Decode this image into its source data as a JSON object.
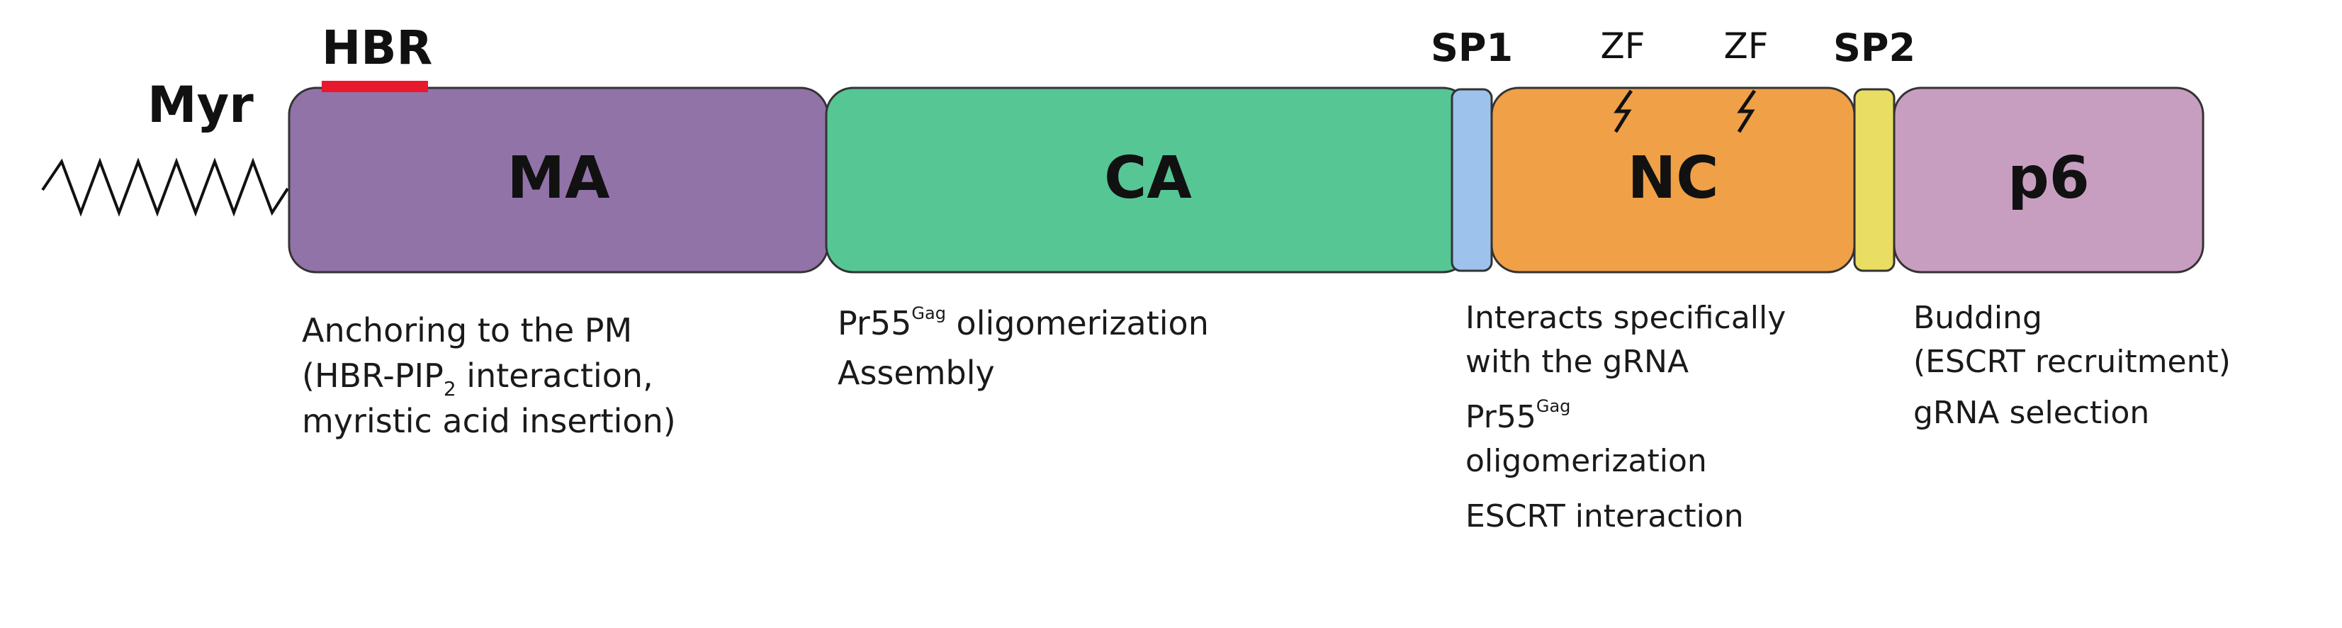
{
  "labels": {
    "myr": "Myr",
    "hbr": "HBR",
    "sp1": "SP1",
    "sp2": "SP2",
    "zf_left": "ZF",
    "zf_right": "ZF"
  },
  "domains": {
    "ma": "MA",
    "ca": "CA",
    "nc": "NC",
    "p6": "p6"
  },
  "colors": {
    "ma": "#9173A8",
    "ca": "#56C695",
    "sp1": "#9DC3EC",
    "nc": "#F0A046",
    "sp2": "#E9DD63",
    "p6": "#C89EC0",
    "hbr": "#E8182D",
    "stroke": "#333333"
  },
  "descriptions": {
    "ma": {
      "line1": "Anchoring to the PM",
      "line2_pre": "(HBR-PIP",
      "line2_sub": "2",
      "line2_post": " interaction,",
      "line3": "myristic acid insertion)"
    },
    "ca": {
      "line1_pre": "Pr55",
      "line1_sup": "Gag",
      "line1_post": " oligomerization",
      "line2": "Assembly"
    },
    "nc": {
      "line1": "Interacts specifically",
      "line2": "with the gRNA",
      "line3_pre": "Pr55",
      "line3_sup": "Gag",
      "line4": "oligomerization",
      "line5": "ESCRT interaction"
    },
    "p6": {
      "line1": "Budding",
      "line2": "(ESCRT recruitment)",
      "line3": "gRNA selection"
    }
  }
}
